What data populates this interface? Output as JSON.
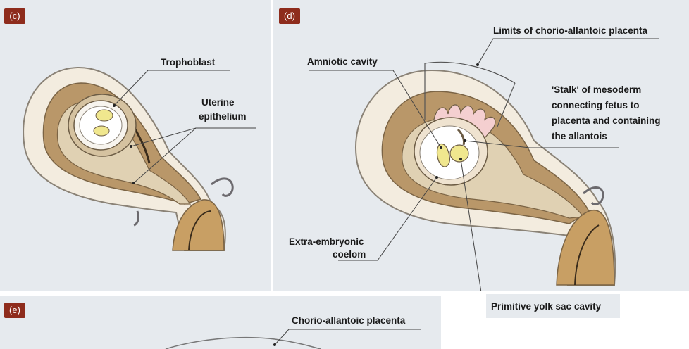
{
  "panels": {
    "c": {
      "tag": "(c)",
      "labels": {
        "trophoblast": "Trophoblast",
        "uterine_epithelium_1": "Uterine",
        "uterine_epithelium_2": "epithelium"
      }
    },
    "d": {
      "tag": "(d)",
      "labels": {
        "limits": "Limits of chorio-allantoic placenta",
        "amniotic": "Amniotic cavity",
        "stalk_1": "'Stalk' of mesoderm",
        "stalk_2": "connecting fetus to",
        "stalk_3": "placenta and containing",
        "stalk_4": "the allantois",
        "extra_1": "Extra-embryonic",
        "extra_2": "coelom",
        "yolk": "Primitive yolk sac cavity"
      }
    },
    "e": {
      "tag": "(e)",
      "labels": {
        "chorio": "Chorio-allantoic placenta"
      }
    }
  },
  "colors": {
    "panel_bg": "#e6eaee",
    "tag_bg": "#8e2c1c",
    "uterine_wall": "#f3ecdf",
    "decidua": "#b99769",
    "lumen": "#e0d1b3",
    "cervix": "#c89f64",
    "yolk": "#f0e78e",
    "pink": "#f4cfd0"
  }
}
